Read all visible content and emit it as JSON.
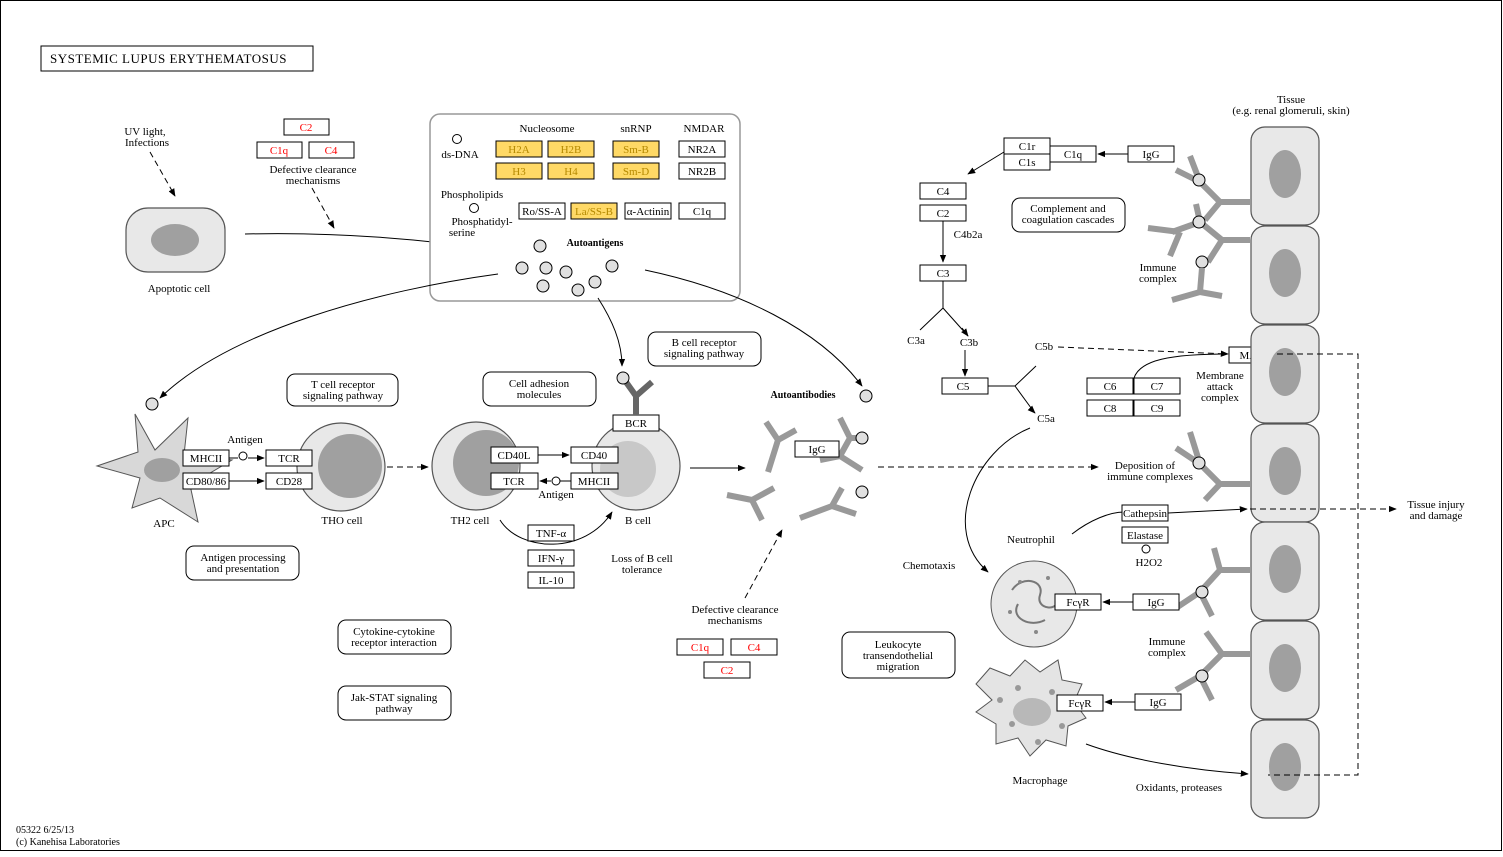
{
  "title": "SYSTEMIC LUPUS ERYTHEMATOSUS",
  "footer": {
    "code": "05322 6/25/13",
    "copyright": "(c) Kanehisa Laboratories"
  },
  "labels": {
    "uv_light_1": "UV light,",
    "uv_light_2": "Infections",
    "defective_clearance_top_1": "Defective clearance",
    "defective_clearance_top_2": "mechanisms",
    "apoptotic_cell": "Apoptotic cell",
    "ds_dna": "ds-DNA",
    "nucleosome": "Nucleosome",
    "snrnp": "snRNP",
    "nmdar": "NMDAR",
    "phospholipids": "Phospholipids",
    "phosphatidylserine_1": "Phosphatidyl-",
    "phosphatidylserine_2": "serine",
    "autoantigens": "Autoantigens",
    "antigen_apc": "Antigen",
    "antigen_b": "Antigen",
    "apc": "APC",
    "tho_cell": "THO cell",
    "th2_cell": "TH2 cell",
    "b_cell": "B cell",
    "loss_b_1": "Loss of B cell",
    "loss_b_2": "tolerance",
    "autoantibodies": "Autoantibodies",
    "defective_clearance_bottom_1": "Defective clearance",
    "defective_clearance_bottom_2": "mechanisms",
    "c4b2a": "C4b2a",
    "c3a": "C3a",
    "c3b": "C3b",
    "c5b": "C5b",
    "c5a": "C5a",
    "membrane_attack_1": "Membrane",
    "membrane_attack_2": "attack",
    "membrane_attack_3": "complex",
    "immune_complex_top_1": "Immune",
    "immune_complex_top_2": "complex",
    "immune_complex_mid_1": "Immune",
    "immune_complex_mid_2": "complex",
    "deposition_1": "Deposition of",
    "deposition_2": "immune complexes",
    "tissue_1": "Tissue",
    "tissue_2": "(e.g. renal glomeruli, skin)",
    "tissue_injury_1": "Tissue injury",
    "tissue_injury_2": "and damage",
    "chemotaxis": "Chemotaxis",
    "neutrophil": "Neutrophil",
    "h2o2": "H2O2",
    "macrophage": "Macrophage",
    "oxidants": "Oxidants, proteases"
  },
  "genes": {
    "c2_top": "C2",
    "c1q_top": "C1q",
    "c4_top": "C4",
    "h2a": "H2A",
    "h2b": "H2B",
    "h3": "H3",
    "h4": "H4",
    "smb": "Sm-B",
    "smd": "Sm-D",
    "nr2a": "NR2A",
    "nr2b": "NR2B",
    "rossa": "Ro/SS-A",
    "lassb": "La/SS-B",
    "actinin": "α-Actinin",
    "c1q_box": "C1q",
    "mhcii_apc": "MHCII",
    "cd8086": "CD80/86",
    "tcr_tho": "TCR",
    "cd28": "CD28",
    "cd40l": "CD40L",
    "tcr_th2": "TCR",
    "cd40": "CD40",
    "mhcii_b": "MHCII",
    "bcr": "BCR",
    "tnfa": "TNF-α",
    "ifng": "IFN-γ",
    "il10": "IL-10",
    "igg_auto": "IgG",
    "c1q_bot": "C1q",
    "c4_bot": "C4",
    "c2_bot": "C2",
    "c1r": "C1r",
    "c1s": "C1s",
    "c1q_comp": "C1q",
    "igg_comp": "IgG",
    "c4": "C4",
    "c2": "C2",
    "c3": "C3",
    "c5": "C5",
    "c6": "C6",
    "c7": "C7",
    "c8": "C8",
    "c9": "C9",
    "mac": "MAC",
    "cathepsin": "Cathepsin",
    "elastase": "Elastase",
    "fcyr_n": "FcγR",
    "igg_n": "IgG",
    "fcyr_m": "FcγR",
    "igg_m": "IgG"
  },
  "pathways": {
    "tcr_signaling_1": "T cell receptor",
    "tcr_signaling_2": "signaling pathway",
    "cell_adhesion_1": "Cell adhesion",
    "cell_adhesion_2": "molecules",
    "bcr_signaling_1": "B cell receptor",
    "bcr_signaling_2": "signaling pathway",
    "complement_1": "Complement and",
    "complement_2": "coagulation cascades",
    "antigen_proc_1": "Antigen processing",
    "antigen_proc_2": "and presentation",
    "cytokine_1": "Cytokine-cytokine",
    "cytokine_2": "receptor interaction",
    "jakstat_1": "Jak-STAT signaling",
    "jakstat_2": "pathway",
    "leukocyte_1": "Leukocyte",
    "leukocyte_2": "transendothelial",
    "leukocyte_3": "migration"
  },
  "colors": {
    "highlight": "#ffd966",
    "red_gene_text": "#ff0000",
    "cell_fill": "#e8e8e8",
    "nucleus": "#a0a0a0",
    "antibody": "#999999"
  }
}
